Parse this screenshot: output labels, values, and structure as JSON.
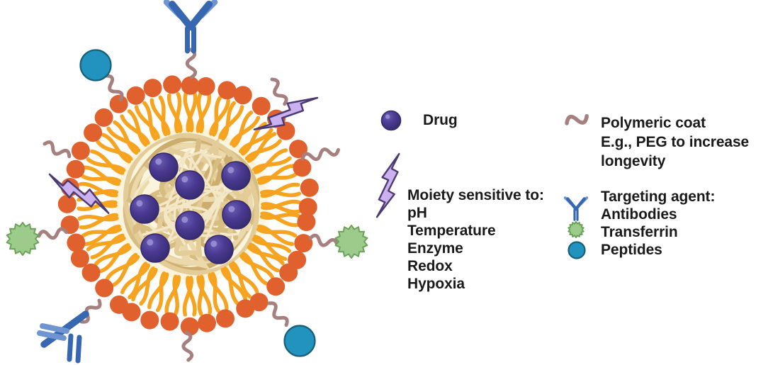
{
  "legend": {
    "drug": {
      "icon": "drug-sphere",
      "label": "Drug"
    },
    "moiety": {
      "icon": "lightning-bolt",
      "title": "Moiety sensitive to:",
      "items": [
        "pH",
        "Temperature",
        "Enzyme",
        "Redox",
        "Hypoxia"
      ]
    },
    "polymeric_coat": {
      "icon": "squiggle",
      "lines": [
        "Polymeric coat",
        "E.g., PEG to increase",
        "longevity"
      ]
    },
    "targeting": {
      "title": "Targeting agent:",
      "items": [
        {
          "icon": "antibody",
          "label": "Antibodies"
        },
        {
          "icon": "transferrin-star",
          "label": "Transferrin"
        },
        {
          "icon": "peptide-circle",
          "label": "Peptides"
        }
      ]
    }
  },
  "diagram": {
    "drug_sphere_count": 8,
    "lipid_head_count": 40,
    "surface_elements": [
      "antibody",
      "peptide",
      "transferrin",
      "polymeric-coat-squiggle",
      "stimuli-sensitive-moiety"
    ]
  },
  "colors": {
    "background": "#FFFFFF",
    "text": "#1A1A1A",
    "lipid_head": "#E0612E",
    "lipid_tail": "#F6A31F",
    "core_bg": "#FBF4DD",
    "mesh": [
      "#E3CC97",
      "#D8BD82",
      "#CDAD6E",
      "#EBD9AC"
    ],
    "mesh_highlight": "#F2E7C6",
    "drug_dark": "#33296B",
    "drug_mid": "#4A3A92",
    "drug_light": "#6B5DB4",
    "drug_highlight": "#998FD3",
    "bolt_fill": "#CBB1F0",
    "bolt_stroke": "#4C3B72",
    "squiggle": "#A5807F",
    "antibody_dark": "#3767B1",
    "antibody_light": "#6E95D2",
    "peptide_fill": "#2292BE",
    "peptide_stroke": "#176077",
    "transferrin_fill": "#9CCB8B",
    "transferrin_stroke": "#6AA458"
  }
}
